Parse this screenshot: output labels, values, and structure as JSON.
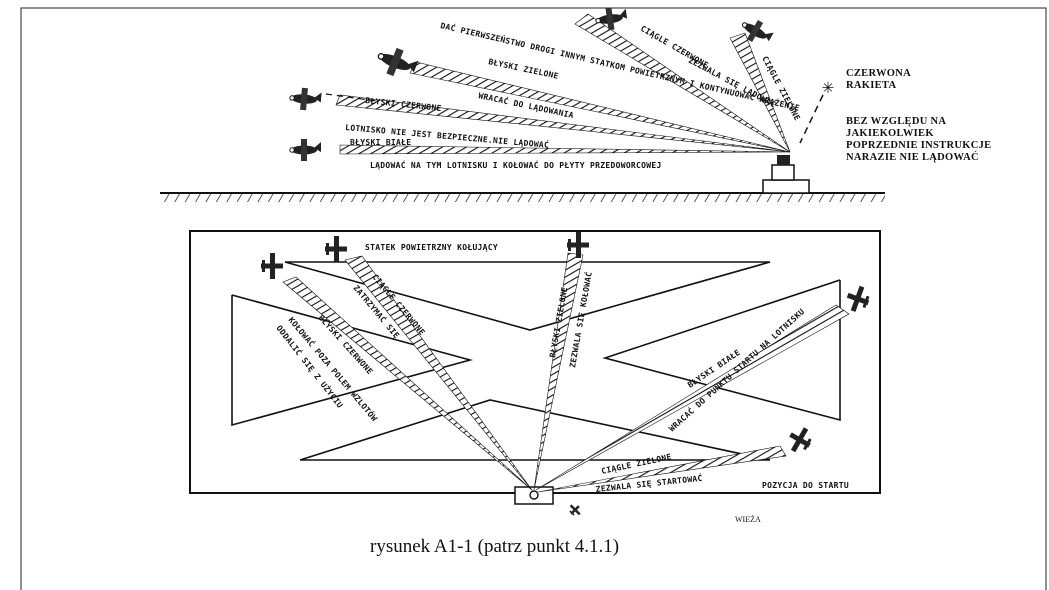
{
  "side_view": {
    "signals": [
      {
        "signal": "CIĄGLE CZERWONE",
        "meaning": "DAĆ PIERWSZEŃSTWO DROGI INNYM STATKOM POWIETRZNYM I KONTYNUOWAĆ KRĄŻENIE"
      },
      {
        "signal": "CIĄGLE ZIELONE",
        "meaning": "ZEZWALA SIĘ LĄDOWAĆ"
      },
      {
        "signal": "BŁYSKI ZIELONE",
        "meaning": "WRACAĆ DO LĄDOWANIA"
      },
      {
        "signal": "BŁYSKI CZERWONE",
        "meaning": "LOTNISKO NIE JEST BEZPIECZNE.NIE LĄDOWAĆ"
      },
      {
        "signal": "BŁYSKI BIAŁE",
        "meaning": "LĄDOWAĆ NA TYM LOTNISKU I KOŁOWAĆ DO PŁYTY PRZEDOWORCOWEJ"
      }
    ],
    "rocket_label_line1": "CZERWONA",
    "rocket_label_line2": "RAKIETA",
    "rocket_meaning_lines": [
      "BEZ WZGLĘDU NA",
      "JAKIEKOLWIEK",
      "POPRZEDNIE INSTRUKCJE",
      "NARAZIE NIE LĄDOWAĆ"
    ]
  },
  "plan_view": {
    "taxiing_title": "STATEK POWIETRZNY KOŁUJĄCY",
    "signals": [
      {
        "signal": "CIĄGLE CZERWONE",
        "meaning": "ZATRZYMAĆ SIĘ"
      },
      {
        "signal": "BŁYSKI CZERWONE",
        "meaning": "KOŁOWAĆ POZA POLEM WZLOTÓW"
      },
      {
        "signal": "BŁYSKI ZIELONE",
        "meaning": "ZEZWALA SIĘ KOŁOWAĆ"
      },
      {
        "signal": "BŁYSKI BIAŁE",
        "meaning": "WRACAĆ DO PUNKTU STARTU NA LOTNISKU"
      },
      {
        "signal": "CIĄGLE ZIELONE",
        "meaning": "ZEZWALA SIĘ STARTOWAĆ"
      }
    ],
    "extra_text": "ODDALIĆ SIĘ Z UŻYCIU",
    "start_position": "POZYCJA DO STARTU",
    "tower_label": "WIEŻA"
  },
  "caption": "rysunek A1-1 (patrz punkt 4.1.1)"
}
